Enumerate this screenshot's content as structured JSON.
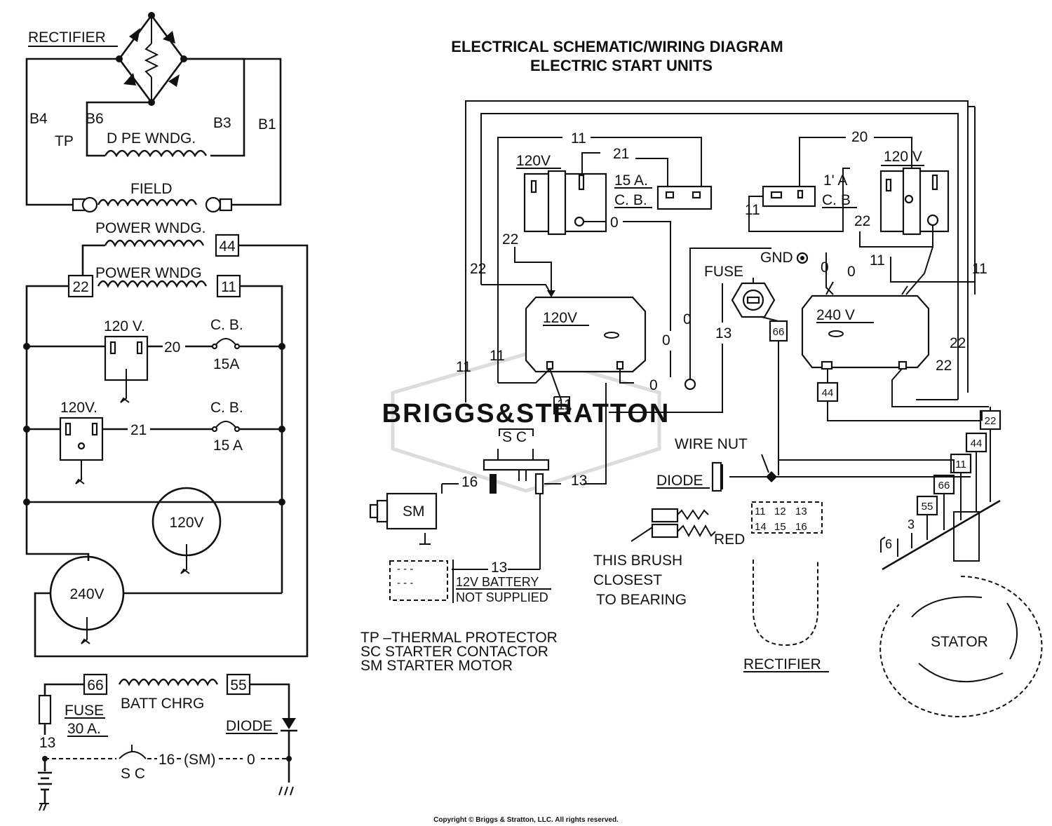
{
  "header": {
    "title_line1": "ELECTRICAL SCHEMATIC/WIRING DIAGRAM",
    "title_line2": "ELECTRIC START UNITS"
  },
  "footer": {
    "copyright": "Copyright © Briggs & Stratton, LLC. All rights reserved."
  },
  "watermark": {
    "text": "BRIGGS&STRATTON",
    "color": "#cfcfcf"
  },
  "schematic": {
    "rectifier_label": "RECTIFIER",
    "terminals": {
      "b4": "B4",
      "b6": "B6",
      "b3": "B3",
      "b1": "B1",
      "tp": "TP"
    },
    "dpe_winding_label": "D PE WNDG.",
    "field_label": "FIELD",
    "power_winding_1": {
      "label": "POWER WNDG.",
      "terminal": "44"
    },
    "power_winding_2": {
      "label": "POWER WNDG",
      "terminal_left": "22",
      "terminal_right": "11"
    },
    "outlet_120v_a": {
      "label": "120 V.",
      "wire": "20",
      "cb_label": "C. B.",
      "cb_rating": "15A"
    },
    "outlet_120v_b": {
      "label": "120V.",
      "wire": "21",
      "cb_label": "C. B.",
      "cb_rating": "15 A"
    },
    "outlet_120v_round": {
      "label": "120V"
    },
    "outlet_240v": {
      "label": "240V"
    },
    "battery_charge": {
      "label": "BATT CHRG",
      "terminal_left": "66",
      "terminal_right": "55",
      "fuse_label": "FUSE",
      "fuse_rating": "30 A.",
      "diode_label": "DIODE",
      "wire_fuse": "13",
      "switch_label": "S C",
      "wire_sm": "16",
      "motor_label": "(SM)",
      "wire_ground": "0"
    }
  },
  "wiring": {
    "wire_labels": {
      "w11_top_left": "11",
      "w21": "21",
      "w20": "20",
      "w22_a": "22",
      "w22_b": "22",
      "w22_c": "22",
      "w22_d": "22",
      "w22_e": "22",
      "w11_a": "11",
      "w11_b": "11",
      "w11_c": "11",
      "w11_d": "11",
      "w11_e": "11",
      "w0_a": "0",
      "w0_b": "0",
      "w0_c": "0",
      "w0_d": "0",
      "w0_e": "0",
      "w13": "13",
      "w13_b": "13",
      "w13_c": "13",
      "w16": "16"
    },
    "outlet_120v_left": {
      "label": "120V"
    },
    "outlet_120v_right": {
      "label": "120 V"
    },
    "cb_left": {
      "rating": "15 A.",
      "label": "C. B."
    },
    "cb_right": {
      "rating": "1' A",
      "label": "C. B"
    },
    "receptacle_120v_center": {
      "label": "120V"
    },
    "receptacle_240v": {
      "label": "240 V"
    },
    "gnd_label": "GND",
    "fuse_label": "FUSE",
    "wire_nut_label": "WIRE NUT",
    "diode_label": "DIODE",
    "red_label": "RED",
    "brush_note": [
      "THIS BRUSH",
      "CLOSEST",
      "TO BEARING"
    ],
    "rectifier_label": "RECTIFIER",
    "rectifier_terminals": [
      "11",
      "12",
      "13",
      "14",
      "15",
      "16"
    ],
    "stator_label": "STATOR",
    "sc_label": "S C",
    "sm_label": "SM",
    "battery_label": [
      "12V BATTERY",
      "NOT SUPPLIED"
    ],
    "connector_terminals": [
      "22",
      "44",
      "11",
      "66",
      "55",
      "3",
      "6"
    ],
    "terminal_66": "66",
    "terminal_44": "44"
  },
  "legend": [
    "TP –THERMAL PROTECTOR",
    "SC  STARTER CONTACTOR",
    "SM  STARTER MOTOR"
  ]
}
